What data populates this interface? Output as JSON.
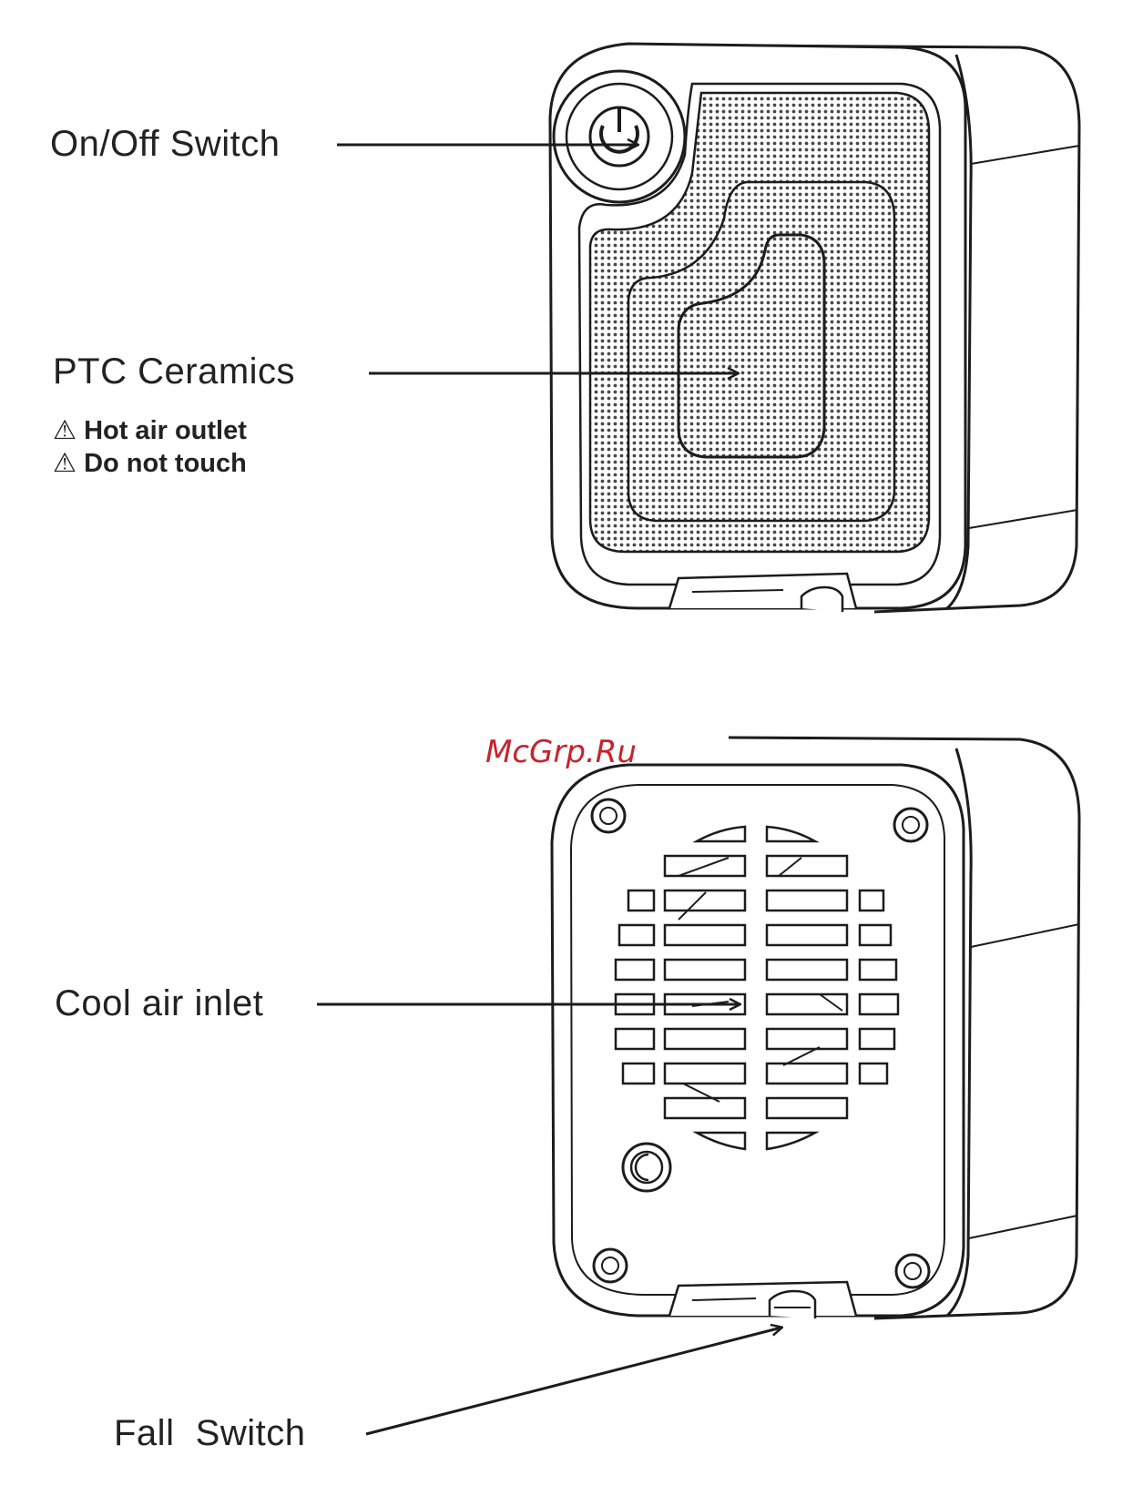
{
  "labels": {
    "onoff": "On/Off Switch",
    "ptc": "PTC Ceramics",
    "hot_air": "Hot air outlet",
    "no_touch": "Do not touch",
    "cool_air": "Cool air inlet",
    "fall": "Fall  Switch"
  },
  "warning_symbol": "⚠",
  "watermark": "McGrp.Ru",
  "colors": {
    "line": "#1c1c1c",
    "mesh": "#555555",
    "watermark": "#c8232c"
  }
}
